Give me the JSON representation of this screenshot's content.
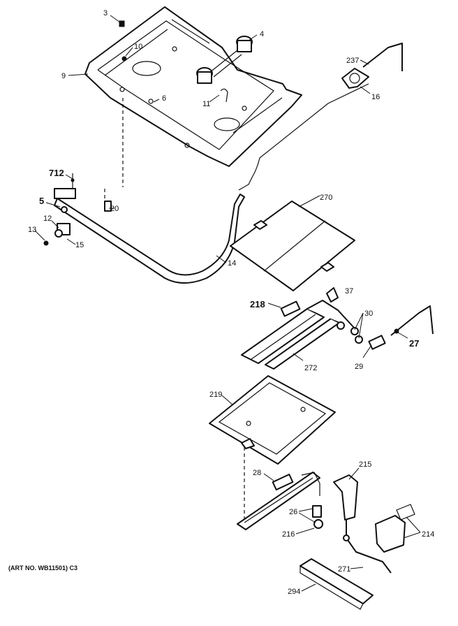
{
  "callouts": {
    "c3": "3",
    "c4": "4",
    "c10": "10",
    "c9": "9",
    "c6": "6",
    "c11": "11",
    "c237": "237",
    "c16": "16",
    "c712": "712",
    "c5": "5",
    "c20": "20",
    "c12": "12",
    "c13": "13",
    "c15": "15",
    "c14": "14",
    "c270": "270",
    "c37": "37",
    "c218": "218",
    "c30": "30",
    "c27": "27",
    "c272": "272",
    "c29": "29",
    "c219": "219",
    "c28": "28",
    "c215": "215",
    "c26": "26",
    "c216": "216",
    "c214": "214",
    "c271": "271",
    "c294": "294"
  },
  "art_number": "(ART NO. WB11501) C3"
}
